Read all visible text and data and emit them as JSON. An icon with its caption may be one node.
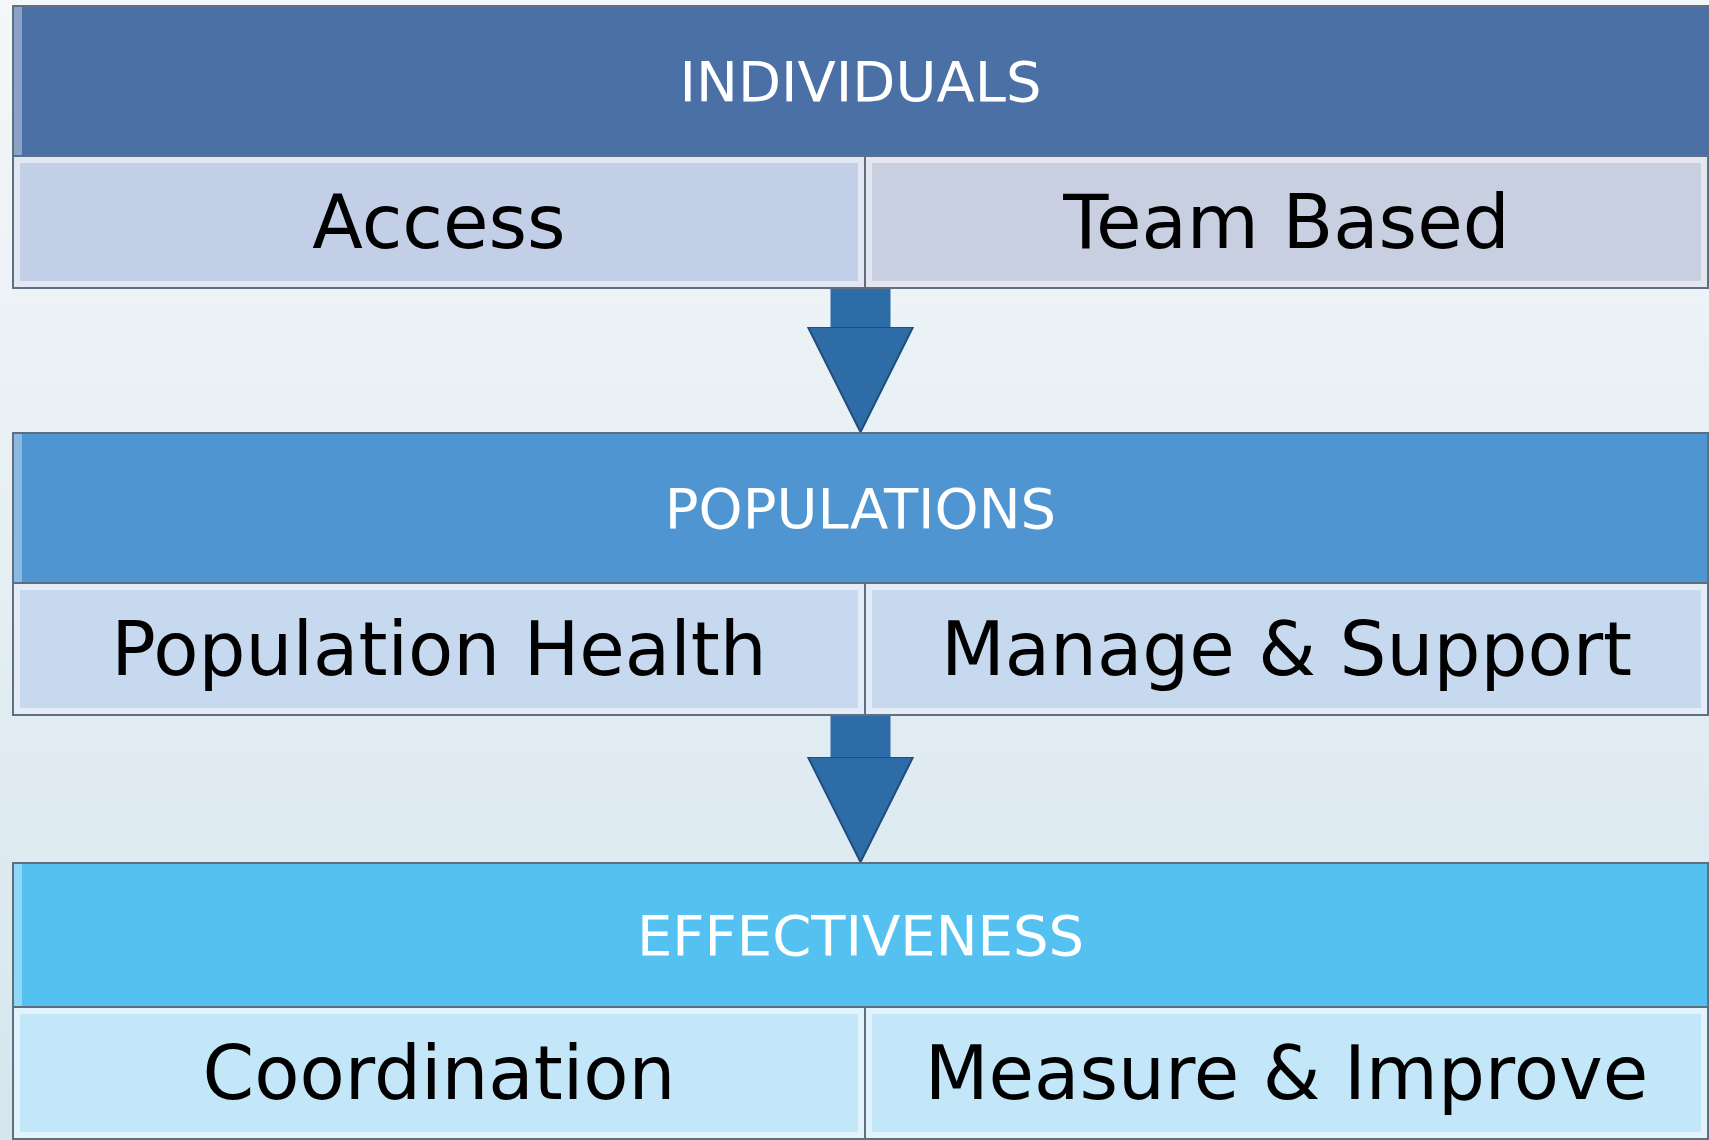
{
  "diagram": {
    "nodes": [
      {
        "text": [
          "INDIVIDUALS"
        ]
      },
      {
        "text": [
          "Access"
        ]
      },
      {
        "text": [
          "Team Based"
        ]
      },
      {
        "text": [
          "POPULATIONS"
        ]
      },
      {
        "text": [
          "Population Health"
        ]
      },
      {
        "text": [
          "Manage & Support"
        ]
      },
      {
        "text": [
          "EFFECTIVENESS"
        ]
      },
      {
        "text": [
          "Coordination"
        ]
      },
      {
        "text": [
          "Measure & Improve"
        ]
      }
    ],
    "edges": [
      {
        "from": 1,
        "to": 3,
        "arrow": "to"
      },
      {
        "from": 2,
        "to": 3,
        "arrow": "to"
      },
      {
        "from": 4,
        "to": 6,
        "arrow": "to"
      },
      {
        "from": 5,
        "to": 6,
        "arrow": "to"
      }
    ]
  }
}
